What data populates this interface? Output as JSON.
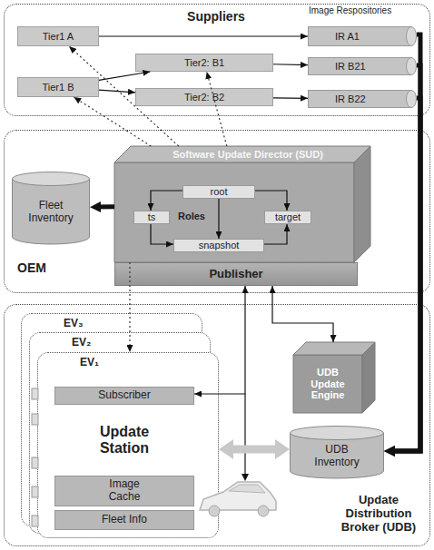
{
  "diagram": {
    "nodes": [
      {
        "text": [
          "Suppliers"
        ]
      },
      {
        "text": [
          "Tier1 A"
        ],
        "in": 0
      },
      {
        "text": [
          "Tier1 B"
        ],
        "in": 0
      },
      {
        "text": [
          "Tier2: B1"
        ],
        "in": 0
      },
      {
        "text": [
          "Tier2: B2"
        ],
        "in": 0
      },
      {
        "text": [
          "IR A1"
        ],
        "in": 0
      },
      {
        "text": [
          "IR B21"
        ],
        "in": 0
      },
      {
        "text": [
          "IR B22"
        ],
        "in": 0
      },
      {
        "text": [
          "OEM"
        ]
      },
      {
        "text": [
          "Fleet Inventory"
        ],
        "in": 8
      },
      {
        "text": [
          "Software Update Director (SUD)"
        ],
        "in": 8
      },
      {
        "text": [
          "root"
        ],
        "in": 10
      },
      {
        "text": [
          "ts"
        ],
        "in": 10
      },
      {
        "text": [
          "target"
        ],
        "in": 10
      },
      {
        "text": [
          "snapshot"
        ],
        "in": 10
      },
      {
        "text": [
          "Publisher"
        ],
        "in": 8
      },
      {
        "text": [
          "Update Distribution Broker (UDB)"
        ]
      },
      {
        "text": [
          "EV₃"
        ],
        "in": 16
      },
      {
        "text": [
          "EV₂"
        ],
        "in": 16
      },
      {
        "text": [
          "EV₁"
        ],
        "in": 16
      },
      {
        "text": [
          "Subscriber"
        ],
        "in": 19
      },
      {
        "text": [
          "Update Station"
        ],
        "in": 19
      },
      {
        "text": [
          "Image Cache"
        ],
        "in": 19
      },
      {
        "text": [
          "Fleet Info"
        ],
        "in": 19
      },
      {
        "text": [
          "UDB Update Engine"
        ],
        "in": 16
      },
      {
        "text": [
          "UDB Inventory"
        ],
        "in": 16
      }
    ],
    "edges": [
      {
        "from": 1,
        "to": 5,
        "arrow": "to"
      },
      {
        "from": 2,
        "to": 3,
        "arrow": "to"
      },
      {
        "from": 2,
        "to": 4,
        "arrow": "to"
      },
      {
        "from": 3,
        "to": 6,
        "arrow": "to"
      },
      {
        "from": 4,
        "to": 7,
        "arrow": "to"
      },
      {
        "from": 10,
        "to": 1,
        "arrow": "to"
      },
      {
        "from": 10,
        "to": 2,
        "arrow": "to"
      },
      {
        "from": 10,
        "to": 3,
        "arrow": "to"
      },
      {
        "from": 10,
        "to": 9,
        "arrow": "to"
      },
      {
        "from": 11,
        "to": 12,
        "arrow": "to"
      },
      {
        "from": 11,
        "to": 13,
        "arrow": "to"
      },
      {
        "from": 11,
        "to": 14,
        "arrow": "to"
      },
      {
        "from": 12,
        "to": 14,
        "arrow": "to"
      },
      {
        "from": 14,
        "to": 13,
        "arrow": "to"
      },
      {
        "from": 5,
        "to": 25,
        "arrow": "to"
      },
      {
        "from": 6,
        "to": 25,
        "arrow": "to"
      },
      {
        "from": 7,
        "to": 25,
        "arrow": "to"
      },
      {
        "from": 10,
        "to": 19,
        "arrow": "to"
      },
      {
        "from": 15,
        "to": 24,
        "arrow": "both"
      },
      {
        "from": 15,
        "to": 20,
        "arrow": "both"
      },
      {
        "from": 19,
        "to": 25,
        "arrow": "both"
      }
    ],
    "labels": [
      "Image Respositories",
      "Roles"
    ]
  }
}
